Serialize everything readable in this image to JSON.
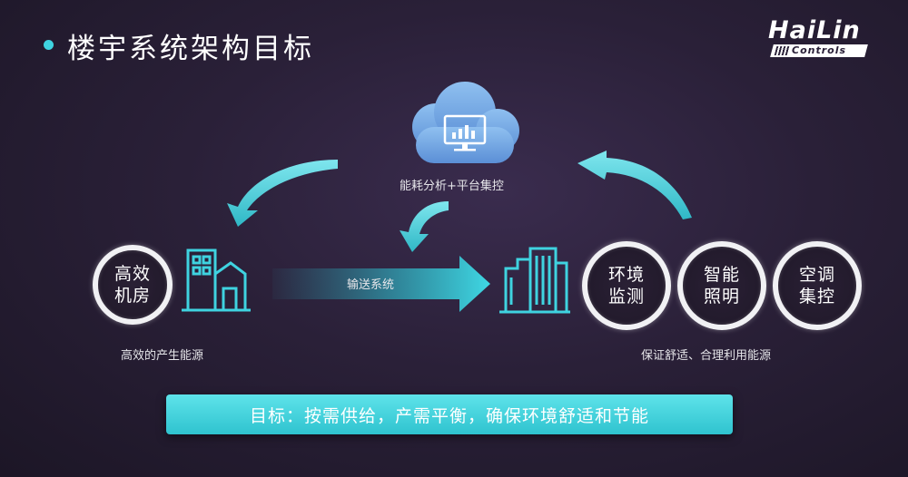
{
  "title": "楼宇系统架构目标",
  "logo": {
    "main": "HaiLin",
    "sub": "Controls"
  },
  "cloud": {
    "label": "能耗分析+平台集控",
    "icon": "monitor-chart-icon"
  },
  "left_node": {
    "circle_text": "高效机房",
    "caption": "高效的产生能源",
    "icon": "factory-building-icon"
  },
  "pipe": {
    "label": "输送系统"
  },
  "right_node": {
    "caption": "保证舒适、合理利用能源",
    "icon": "office-buildings-icon"
  },
  "right_circles": [
    {
      "text": "环境监测"
    },
    {
      "text": "智能照明"
    },
    {
      "text": "空调集控"
    }
  ],
  "goal": "目标：按需供给，产需平衡，确保环境舒适和节能",
  "colors": {
    "accent": "#3fd3e0",
    "background": "#2a2038",
    "cloud": "#7aaee8"
  }
}
